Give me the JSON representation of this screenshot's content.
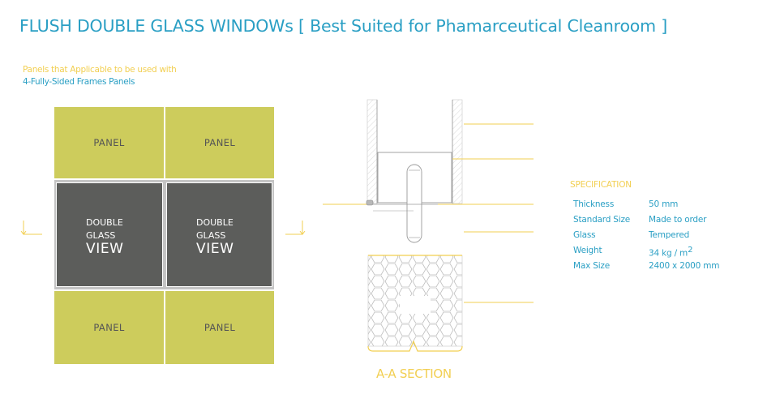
{
  "title": "FLUSH DOUBLE GLASS  WINDOWs [ Best Suited for Phamarceutical Cleanroom ]",
  "subtitle": {
    "line1": "Panels that Applicable to be used with",
    "line2": "4-Fully-Sided Frames Panels"
  },
  "elevation": {
    "panels": [
      "PANEL",
      "PANEL",
      "PANEL",
      "PANEL"
    ],
    "glass": [
      {
        "line1": "DOUBLE",
        "line2": "GLASS",
        "line3": "VIEW"
      },
      {
        "line1": "DOUBLE",
        "line2": "GLASS",
        "line3": "VIEW"
      }
    ]
  },
  "section_label": "A-A SECTION",
  "specification": {
    "heading": "SPECIFICATION",
    "rows": [
      {
        "label": "Thickness",
        "value": "50 mm"
      },
      {
        "label": "Standard Size",
        "value": "Made to order"
      },
      {
        "label": "Glass",
        "value": "Tempered"
      },
      {
        "label": "Weight",
        "value": "34 kg / m",
        "sup": "2"
      },
      {
        "label": "Max Size",
        "value": "2400 x 2000 mm"
      }
    ]
  },
  "colors": {
    "title_blue": "#2a9fc4",
    "accent_yellow": "#f2cf52",
    "panel_green": "#cdcc5c",
    "glass_gray": "#5c5d5b"
  }
}
